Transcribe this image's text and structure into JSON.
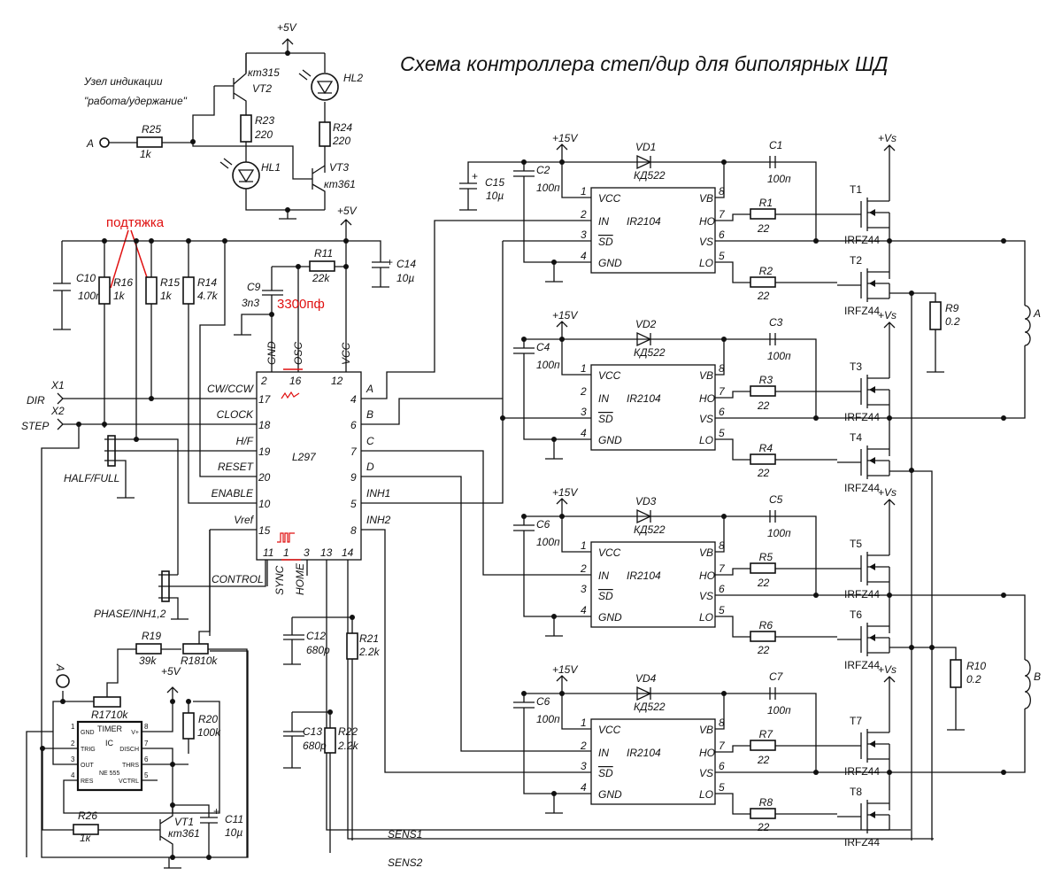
{
  "title": "Схема контроллера степ/дир для биполярных ШД",
  "indicator": {
    "caption1": "Узел индикации",
    "caption2": "\"работа/удержание\"",
    "supply": "+5V",
    "terminal": "A",
    "vt2": "VT2",
    "vt2_type": "кт315",
    "vt3": "VT3",
    "vt3_type": "кт361",
    "hl1": "HL1",
    "hl2": "HL2",
    "r23": "R23",
    "r23_val": "220",
    "r24": "R24",
    "r24_val": "220",
    "r25": "R25",
    "r25_val": "1k"
  },
  "annotations": {
    "pullup": "подтяжка",
    "c9_note": "3300пф"
  },
  "inputs": {
    "dir": "DIR",
    "x1": "X1",
    "step": "STEP",
    "x2": "X2",
    "half_full": "HALF/FULL",
    "phase": "PHASE/INH1,2",
    "supply": "+5V"
  },
  "passives": {
    "c10": "C10",
    "c10_val": "100n",
    "r16": "R16",
    "r16_val": "1k",
    "r15": "R15",
    "r15_val": "1k",
    "r14": "R14",
    "r14_val": "4.7k",
    "c9": "C9",
    "c9_val": "3n3",
    "r11": "R11",
    "r11_val": "22k",
    "c14": "C14",
    "c14_val": "10µ",
    "c12": "C12",
    "c12_val": "680p",
    "c13": "C13",
    "c13_val": "680p",
    "r21": "R21",
    "r21_val": "2.2k",
    "r22": "R22",
    "r22_val": "2.2k"
  },
  "l297": {
    "name": "L297",
    "top_pins": [
      {
        "num": "2",
        "label": "GND"
      },
      {
        "num": "16",
        "label": "OSC"
      },
      {
        "num": "12",
        "label": "VCC"
      }
    ],
    "left_pins": [
      {
        "num": "17",
        "label": "CW/CCW"
      },
      {
        "num": "18",
        "label": "CLOCK"
      },
      {
        "num": "19",
        "label": "H/F"
      },
      {
        "num": "20",
        "label": "RESET"
      },
      {
        "num": "10",
        "label": "ENABLE"
      },
      {
        "num": "15",
        "label": "Vref"
      }
    ],
    "right_pins": [
      {
        "num": "4",
        "label": "A"
      },
      {
        "num": "6",
        "label": "B"
      },
      {
        "num": "7",
        "label": "C"
      },
      {
        "num": "9",
        "label": "D"
      },
      {
        "num": "5",
        "label": "INH1"
      },
      {
        "num": "8",
        "label": "INH2"
      }
    ],
    "bottom_pins": [
      "11",
      "1",
      "3",
      "13",
      "14"
    ],
    "bottom_labels": {
      "control": "CONTROL",
      "sync": "SYNC",
      "home": "HOME"
    }
  },
  "timer": {
    "title": "TIMER",
    "ic": "IC",
    "part": "NE 555",
    "pins_left": [
      {
        "num": "1",
        "label": "GND"
      },
      {
        "num": "2",
        "label": "TRIG"
      },
      {
        "num": "3",
        "label": "OUT"
      },
      {
        "num": "4",
        "label": "RES"
      }
    ],
    "pins_right": [
      {
        "num": "8",
        "label": "V+"
      },
      {
        "num": "7",
        "label": "DISCH"
      },
      {
        "num": "6",
        "label": "THRS"
      },
      {
        "num": "5",
        "label": "VCTRL"
      }
    ],
    "r19": "R19",
    "r19_val": "39k",
    "r18": "R1810k",
    "r17": "R1710k",
    "r20": "R20",
    "r20_val": "100k",
    "r26": "R26",
    "r26_val": "1к",
    "vt1": "VT1",
    "vt1_type": "кт361",
    "c11": "C11",
    "c11_val": "10µ",
    "supply": "+5V",
    "terminal": "A"
  },
  "drivers": [
    {
      "vd": "VD1",
      "cb": "C1",
      "cp": "C2",
      "rh": "R1",
      "rl": "R2",
      "th": "T1",
      "tl": "T2"
    },
    {
      "vd": "VD2",
      "cb": "C3",
      "cp": "C4",
      "rh": "R3",
      "rl": "R4",
      "th": "T3",
      "tl": "T4"
    },
    {
      "vd": "VD3",
      "cb": "C5",
      "cp": "C6",
      "rh": "R5",
      "rl": "R6",
      "th": "T5",
      "tl": "T6"
    },
    {
      "vd": "VD4",
      "cb": "C7",
      "cp": "C6",
      "rh": "R7",
      "rl": "R8",
      "th": "T7",
      "tl": "T8"
    }
  ],
  "driver_common": {
    "chip": "IR2104",
    "diode": "КД522",
    "cap_val": "100п",
    "res_val": "22",
    "fet": "IRFZ44",
    "supply": "+15V",
    "vs": "+Vs",
    "left_pins": [
      {
        "num": "1",
        "label": "VCC"
      },
      {
        "num": "2",
        "label": "IN"
      },
      {
        "num": "3",
        "label": "SD"
      },
      {
        "num": "4",
        "label": "GND"
      }
    ],
    "right_pins": [
      {
        "num": "8",
        "label": "VB"
      },
      {
        "num": "7",
        "label": "HO"
      },
      {
        "num": "6",
        "label": "VS"
      },
      {
        "num": "5",
        "label": "LO"
      }
    ]
  },
  "c15": "C15",
  "c15_val": "10µ",
  "sense": {
    "r9": "R9",
    "r9_val": "0.2",
    "r10": "R10",
    "r10_val": "0.2",
    "sens1": "SENS1",
    "sens2": "SENS2"
  },
  "coils": {
    "a": "A",
    "b": "B"
  }
}
